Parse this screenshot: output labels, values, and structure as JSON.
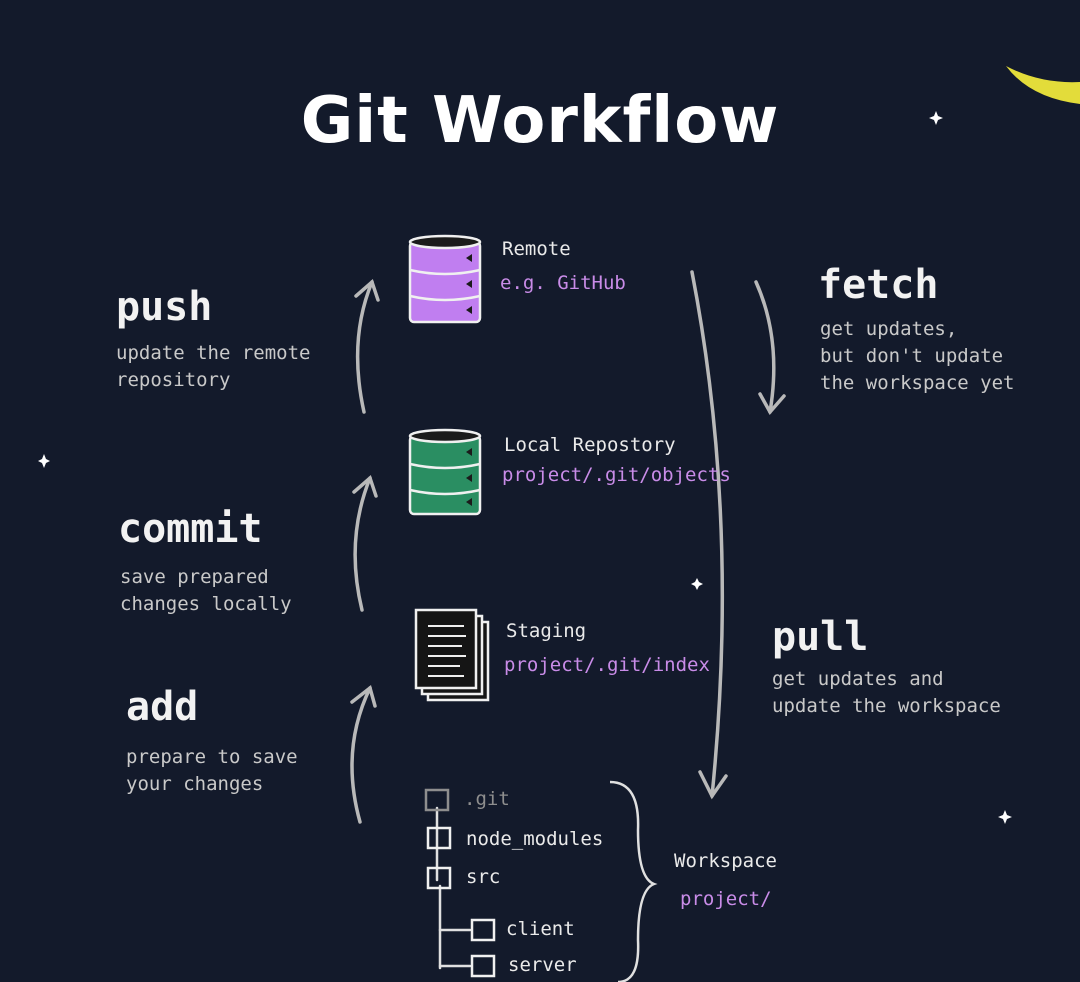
{
  "title": "Git Workflow",
  "commands": {
    "push": {
      "label": "push",
      "desc1": "update the remote",
      "desc2": "repository"
    },
    "commit": {
      "label": "commit",
      "desc1": "save prepared",
      "desc2": "changes locally"
    },
    "add": {
      "label": "add",
      "desc1": "prepare to save",
      "desc2": "your changes"
    },
    "fetch": {
      "label": "fetch",
      "desc1": "get updates,",
      "desc2": "but don't update",
      "desc3": "the workspace yet"
    },
    "pull": {
      "label": "pull",
      "desc1": "get updates and",
      "desc2": "update the workspace"
    }
  },
  "stores": {
    "remote": {
      "name": "Remote",
      "path": "e.g. GitHub",
      "color": "#c07ef0"
    },
    "local": {
      "name": "Local Repostory",
      "path": "project/.git/objects",
      "color": "#2a8e62"
    },
    "staging": {
      "name": "Staging",
      "path": "project/.git/index"
    },
    "workspace": {
      "name": "Workspace",
      "path": "project/"
    }
  },
  "tree": [
    ".git",
    "node_modules",
    "src",
    "client",
    "server"
  ],
  "icons": [
    "database-icon",
    "stacked-documents-icon",
    "folder-icon",
    "sparkle-icon",
    "crescent-moon-icon"
  ],
  "colors": {
    "background": "#131a2b",
    "accent_path": "#c98ce8",
    "moon": "#e3dc3a"
  }
}
